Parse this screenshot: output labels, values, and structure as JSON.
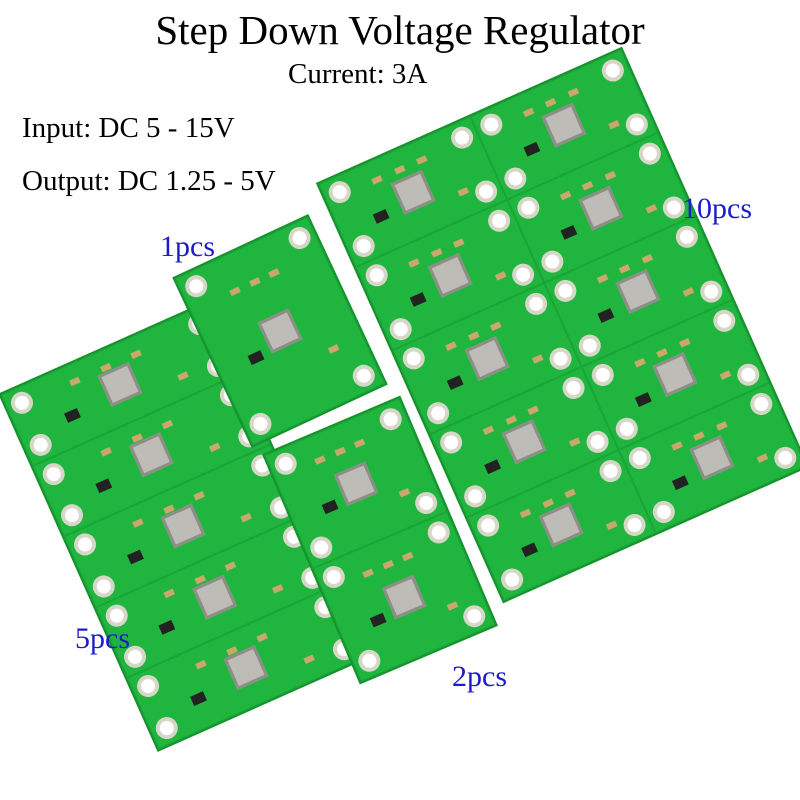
{
  "title": "Step Down Voltage Regulator",
  "current": "Current: 3A",
  "input": "Input: DC 5 - 15V",
  "output": "Output: DC 1.25 - 5V",
  "quantities": {
    "one": "1pcs",
    "two": "2pcs",
    "five": "5pcs",
    "ten": "10pcs"
  },
  "colors": {
    "pcb_green": "#1fb13c",
    "quantity_text": "#1b1bc8",
    "heading_text": "#000000"
  }
}
